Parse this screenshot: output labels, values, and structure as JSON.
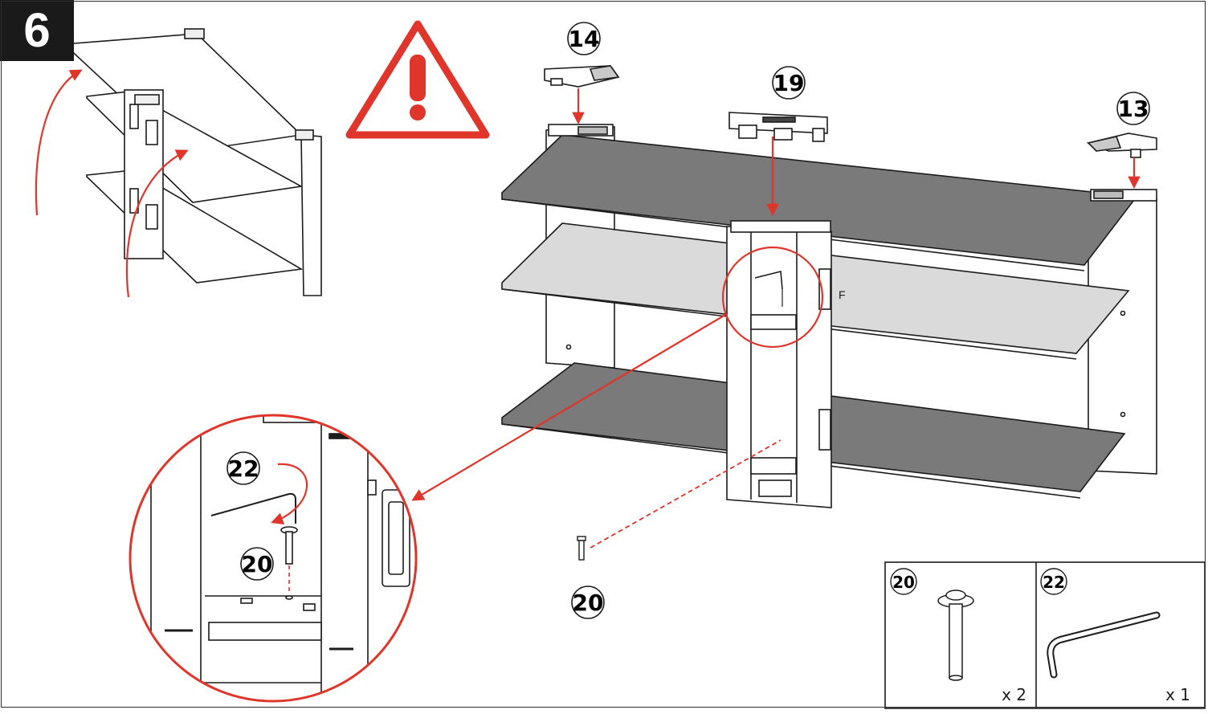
{
  "step": {
    "number": "6"
  },
  "callouts": {
    "part_14": "14",
    "part_19": "19",
    "part_13": "13",
    "part_22_detail": "22",
    "part_20_detail": "20",
    "part_20_main": "20",
    "part_f": "F"
  },
  "parts_box": {
    "screw": {
      "number": "20",
      "quantity": "x 2"
    },
    "hex_key": {
      "number": "22",
      "quantity": "x 1"
    }
  },
  "colors": {
    "accent": "#e0352b",
    "glass_dark": "#7a7a7a",
    "glass_light": "#dadada",
    "line": "#1c1c1c"
  },
  "icons": [
    "warning-triangle-icon"
  ]
}
